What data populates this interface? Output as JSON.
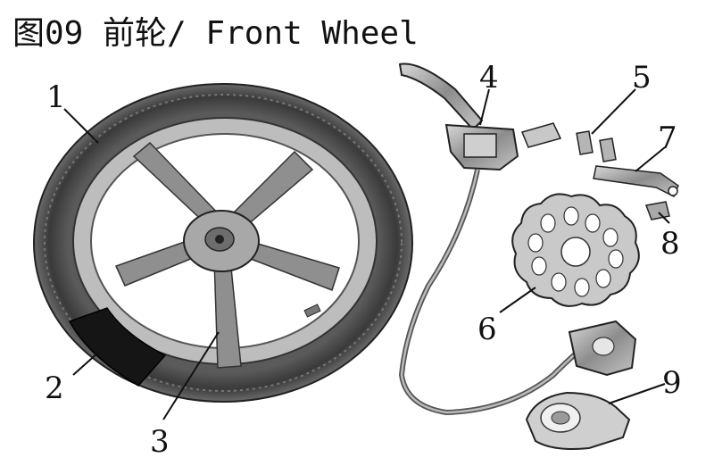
{
  "figure": {
    "title": "图09 前轮/ Front Wheel"
  },
  "callouts": [
    {
      "number": "1",
      "part": "tire"
    },
    {
      "number": "2",
      "part": "rim-band"
    },
    {
      "number": "3",
      "part": "wheel-rim"
    },
    {
      "number": "4",
      "part": "brake-lever-master-cylinder"
    },
    {
      "number": "5",
      "part": "bolt"
    },
    {
      "number": "6",
      "part": "brake-disc"
    },
    {
      "number": "7",
      "part": "bracket-plate"
    },
    {
      "number": "8",
      "part": "clip"
    },
    {
      "number": "9",
      "part": "speedometer-drive"
    }
  ],
  "colors": {
    "ink": "#111111",
    "tire": "#3a3a3a",
    "metal": "#9a9a9a",
    "background": "#ffffff"
  }
}
